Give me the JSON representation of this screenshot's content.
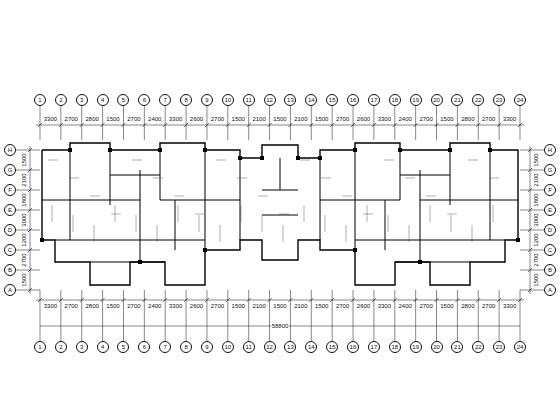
{
  "diagram": {
    "nodes": [
      {
        "text": [
          "1"
        ]
      },
      {
        "text": [
          "2"
        ]
      },
      {
        "text": [
          "3"
        ]
      },
      {
        "text": [
          "4"
        ]
      },
      {
        "text": [
          "5"
        ]
      },
      {
        "text": [
          "6"
        ]
      },
      {
        "text": [
          "7"
        ]
      },
      {
        "text": [
          "8"
        ]
      },
      {
        "text": [
          "9"
        ]
      },
      {
        "text": [
          "10"
        ]
      },
      {
        "text": [
          "11"
        ]
      },
      {
        "text": [
          "12"
        ]
      },
      {
        "text": [
          "13"
        ]
      },
      {
        "text": [
          "14"
        ]
      },
      {
        "text": [
          "15"
        ]
      },
      {
        "text": [
          "16"
        ]
      },
      {
        "text": [
          "17"
        ]
      },
      {
        "text": [
          "18"
        ]
      },
      {
        "text": [
          "19"
        ]
      },
      {
        "text": [
          "20"
        ]
      },
      {
        "text": [
          "21"
        ]
      },
      {
        "text": [
          "22"
        ]
      },
      {
        "text": [
          "23"
        ]
      },
      {
        "text": [
          "24"
        ]
      },
      {
        "text": [
          "H"
        ]
      },
      {
        "text": [
          "G"
        ]
      },
      {
        "text": [
          "F"
        ]
      },
      {
        "text": [
          "E"
        ]
      },
      {
        "text": [
          "D"
        ]
      },
      {
        "text": [
          "C"
        ]
      },
      {
        "text": [
          "B"
        ]
      },
      {
        "text": [
          "A"
        ]
      },
      {
        "text": [
          "H"
        ]
      },
      {
        "text": [
          "G"
        ]
      },
      {
        "text": [
          "F"
        ]
      },
      {
        "text": [
          "E"
        ]
      },
      {
        "text": [
          "D"
        ]
      },
      {
        "text": [
          "C"
        ]
      },
      {
        "text": [
          "B"
        ]
      },
      {
        "text": [
          "A"
        ]
      },
      {
        "text": [
          "1"
        ]
      },
      {
        "text": [
          "2"
        ]
      },
      {
        "text": [
          "3"
        ]
      },
      {
        "text": [
          "4"
        ]
      },
      {
        "text": [
          "5"
        ]
      },
      {
        "text": [
          "6"
        ]
      },
      {
        "text": [
          "7"
        ]
      },
      {
        "text": [
          "8"
        ]
      },
      {
        "text": [
          "9"
        ]
      },
      {
        "text": [
          "10"
        ]
      },
      {
        "text": [
          "11"
        ]
      },
      {
        "text": [
          "12"
        ]
      },
      {
        "text": [
          "13"
        ]
      },
      {
        "text": [
          "14"
        ]
      },
      {
        "text": [
          "15"
        ]
      },
      {
        "text": [
          "16"
        ]
      },
      {
        "text": [
          "17"
        ]
      },
      {
        "text": [
          "18"
        ]
      },
      {
        "text": [
          "19"
        ]
      },
      {
        "text": [
          "20"
        ]
      },
      {
        "text": [
          "21"
        ]
      },
      {
        "text": [
          "22"
        ]
      },
      {
        "text": [
          "23"
        ]
      },
      {
        "text": [
          "24"
        ]
      }
    ],
    "labels": [
      "3300",
      "2700",
      "2800",
      "1500",
      "2700",
      "2400",
      "3300",
      "2600",
      "2700",
      "1500",
      "2100",
      "1500",
      "2100",
      "1500",
      "2700",
      "2600",
      "3300",
      "2400",
      "2700",
      "1500",
      "2800",
      "2700",
      "3300",
      "3300",
      "2700",
      "2800",
      "1500",
      "2700",
      "2400",
      "3300",
      "2600",
      "2700",
      "1500",
      "2100",
      "1500",
      "2100",
      "1500",
      "2700",
      "2600",
      "3300",
      "2400",
      "2700",
      "1500",
      "2800",
      "2700",
      "3300",
      "58800",
      "1500",
      "2100",
      "1800",
      "3000",
      "1200",
      "2700",
      "1500",
      "1500",
      "2100",
      "1800",
      "3000",
      "1200",
      "2700",
      "1500"
    ]
  }
}
